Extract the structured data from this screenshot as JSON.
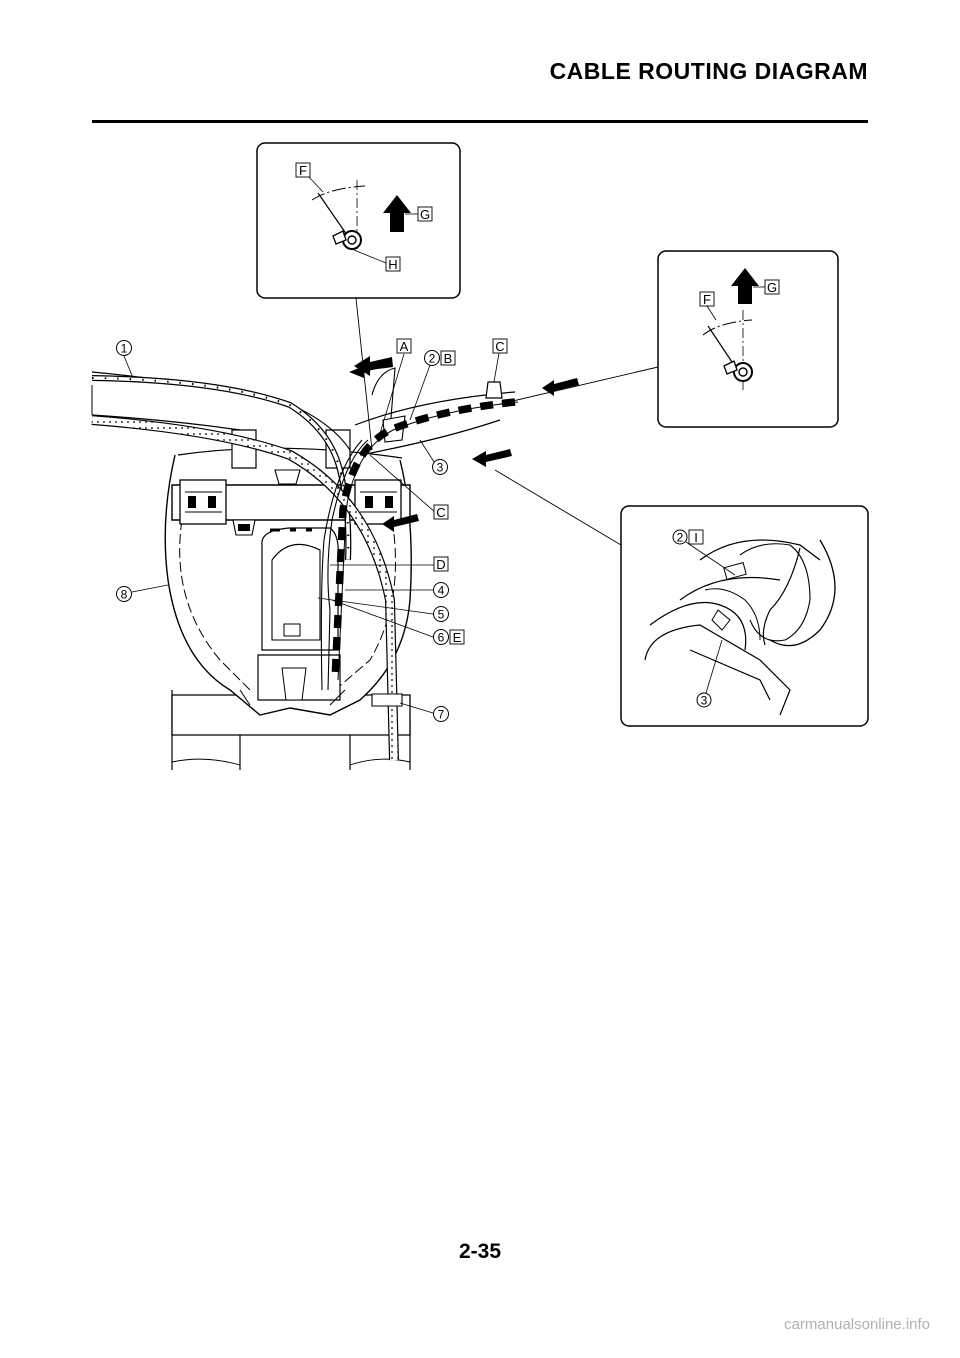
{
  "header": {
    "title": "CABLE ROUTING DIAGRAM"
  },
  "footer": {
    "page_number": "2-35",
    "watermark": "carmanualsonline.info"
  },
  "diagram": {
    "main_callouts": [
      "1",
      "2",
      "3",
      "C",
      "D",
      "4",
      "5",
      "6",
      "E",
      "7",
      "8"
    ],
    "main_letters": {
      "A": "A",
      "B": "B",
      "C": "C"
    },
    "detail_top": {
      "F": "F",
      "G": "G",
      "H": "H"
    },
    "detail_right": {
      "F": "F",
      "G": "G"
    },
    "detail_bottom": {
      "n2": "2",
      "I": "I",
      "n3": "3"
    }
  }
}
